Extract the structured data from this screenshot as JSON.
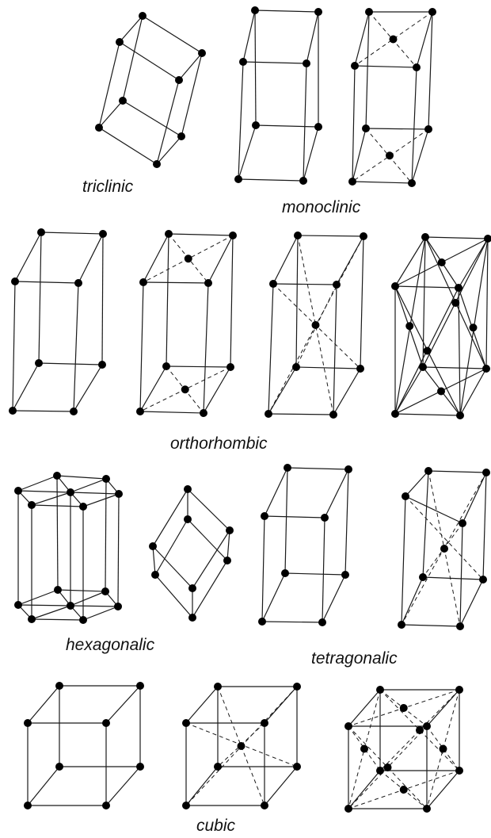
{
  "labels": {
    "triclinic": "triclinic",
    "monoclinic": "monoclinic",
    "orthorhombic": "orthorhombic",
    "hexagonalic": "hexagonalic",
    "tetragonalic": "tetragonalic",
    "cubic": "cubic"
  },
  "systems": [
    {
      "name": "triclinic",
      "lattices": [
        "triclinic-primitive"
      ]
    },
    {
      "name": "monoclinic",
      "lattices": [
        "monoclinic-primitive",
        "monoclinic-base-centered"
      ]
    },
    {
      "name": "orthorhombic",
      "lattices": [
        "orthorhombic-primitive",
        "orthorhombic-base-centered",
        "orthorhombic-body-centered",
        "orthorhombic-face-centered"
      ]
    },
    {
      "name": "hexagonalic",
      "lattices": [
        "hexagonal",
        "rhombohedral"
      ]
    },
    {
      "name": "tetragonalic",
      "lattices": [
        "tetragonal-primitive",
        "tetragonal-body-centered"
      ]
    },
    {
      "name": "cubic",
      "lattices": [
        "cubic-primitive",
        "cubic-body-centered",
        "cubic-face-centered"
      ]
    }
  ],
  "colors": {
    "line": "#1a1a1a",
    "atom": "#000000",
    "background": "#ffffff"
  }
}
